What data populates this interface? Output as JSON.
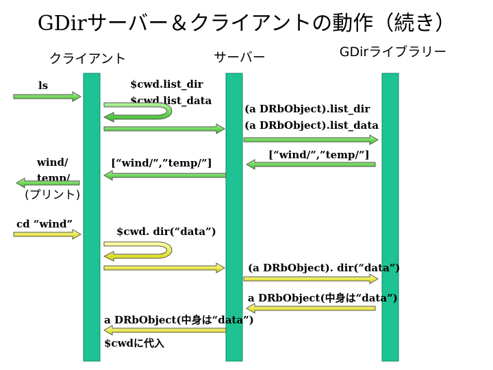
{
  "title": "GDirサーバー＆クライアントの動作（続き）",
  "lifelines": {
    "client": "クライアント",
    "server": "サーバー",
    "library": "GDirライブラリー"
  },
  "colors": {
    "lifeline": "#1ec393",
    "green_arrow": "#66dd44",
    "yellow_arrow": "#eeee22",
    "arrow_outline": "#555555"
  },
  "messages": {
    "ls": "ls",
    "cwd_list_dir": "$cwd.list_dir",
    "cwd_list_data": "$cwd.list_data",
    "drb_list_dir": "(a DRbObject).list_dir",
    "drb_list_data": "(a DRbObject).list_data",
    "result_lib": "[“wind/”,”temp/”]",
    "result_server": "[“wind/”,”temp/”]",
    "wind": "wind/",
    "temp": "temp/",
    "print": "(プリント)",
    "cd_wind": "cd “wind”",
    "cwd_dir_data": "$cwd. dir(“data”)",
    "drb_dir_data": "(a DRbObject). dir(“data”)",
    "drb_return_lib": "a DRbObject(中身は“data”)",
    "drb_return_server": "a DRbObject(中身は“data”)",
    "cwd_assign": "$cwdに代入"
  }
}
